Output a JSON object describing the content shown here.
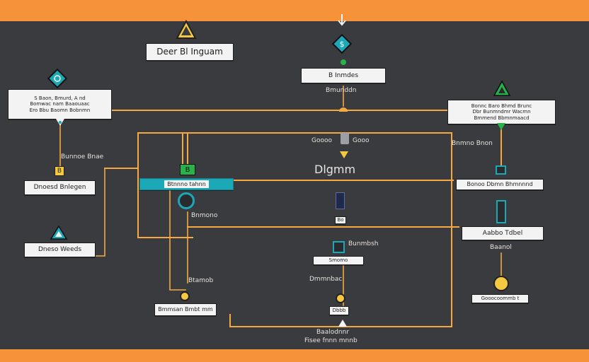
{
  "colors": {
    "background": "#3a3b3f",
    "frame": "#f6923a",
    "wire": "#f5a940",
    "accent_teal": "#1ba9b8",
    "accent_green": "#26b34a",
    "label_box": "#f3f3f3"
  },
  "header": {
    "title": "Deer Bl Inguam"
  },
  "center": {
    "top_label": "B Inmdes",
    "top_caption": "Bmunddn",
    "caption_1": "Goooo",
    "caption_2": "Gooo",
    "diagram_title": "Dlgmm",
    "db_caption": "Bo",
    "box_lower": "Smomo",
    "caption_3": "Bunmbsh",
    "caption_4": "Dmmnbac",
    "mini_box": "Dbbb",
    "bottom_label_1": "Baalodnnr",
    "bottom_label_2": "Fisee fnnn mnnb"
  },
  "left": {
    "note_box": "S Baon, Bmurd, A nd\nBomwac nam Baaouaac\nEro Bbu Baomn Bobnmn",
    "caption_1": "Bunnoe Bnae",
    "box_1": "Dnoesd Bnlegen",
    "box_2": "Dneso Weeds",
    "node_b": "B",
    "blue_bar": "Btnnno tahnn",
    "caption_2": "Bnmono",
    "caption_3": "Btamob",
    "box_lower": "Bmmsan Bmbt mm"
  },
  "right": {
    "note_box": "Bonnc Baro Bhmd Brunc\nDbr Bunmndmr Wacmn\nBmmend Bbmnmaacd",
    "caption_1": "Bnmno Bnon",
    "box_1": "Bonoo Dbmn Bhmnnnd",
    "box_2": "Aabbo Tdbel",
    "caption_2": "Baanol",
    "box_3": "Gooocoommb t"
  },
  "icons": {
    "top_triangle": "warning-triangle-icon",
    "top_diamond": "dollar-diamond-icon",
    "left_diamond": "globe-diamond-icon",
    "left_node": "folder-icon",
    "left_triangle": "triangle-icon",
    "center_tablet": "phone-icon",
    "center_square": "square-icon",
    "center_circle": "coin-icon",
    "right_triangle": "triangle-icon",
    "right_square": "square-icon",
    "right_bar": "bar-icon",
    "right_coin": "coin-icon",
    "db_icon": "database-icon",
    "teal_circle": "circle-icon"
  }
}
